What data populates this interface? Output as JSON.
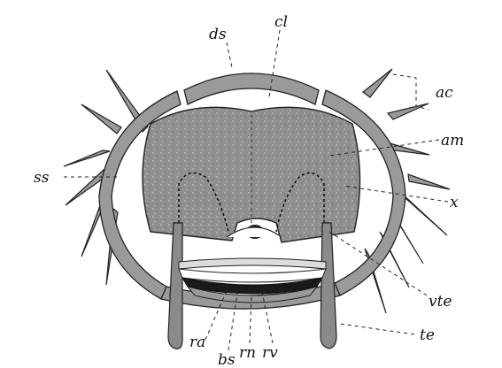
{
  "labels": {
    "ds": "ds",
    "cl": "cl",
    "ac": "ac",
    "am": "am",
    "ss": "ss",
    "x": "x",
    "vte": "vte",
    "te": "te",
    "ra": "ra",
    "bs": "bs",
    "rn": "rn",
    "rv": "rv"
  }
}
